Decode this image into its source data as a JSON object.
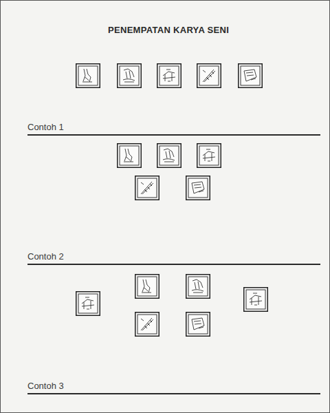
{
  "diagram": {
    "title": "PENEMPATAN KARYA SENI",
    "labels": [
      "Contoh 1",
      "Contoh 2",
      "Contoh 3"
    ]
  }
}
